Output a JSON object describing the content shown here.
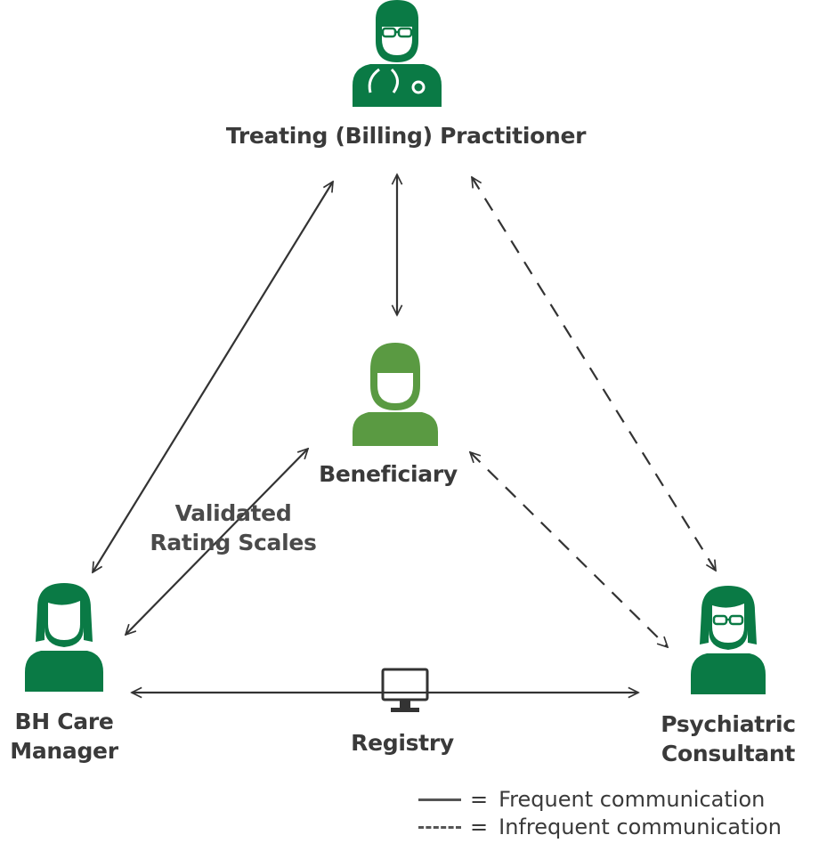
{
  "colors": {
    "brand_green": "#0a7a45",
    "beneficiary_green": "#5a9a42",
    "line": "#333333"
  },
  "roles": {
    "practitioner": {
      "label": "Treating (Billing) Practitioner",
      "icon": "doctor-icon"
    },
    "beneficiary": {
      "label": "Beneficiary",
      "icon": "patient-icon"
    },
    "care_manager": {
      "label_line1": "BH Care",
      "label_line2": "Manager",
      "icon": "care-manager-icon"
    },
    "consultant": {
      "label_line1": "Psychiatric",
      "label_line2": "Consultant",
      "icon": "consultant-icon"
    }
  },
  "annotations": {
    "rating_line1": "Validated",
    "rating_line2": "Rating Scales",
    "registry": "Registry",
    "registry_icon": "computer-monitor-icon"
  },
  "legend": {
    "equals": "=",
    "frequent": "Frequent communication",
    "infrequent": "Infrequent communication"
  }
}
